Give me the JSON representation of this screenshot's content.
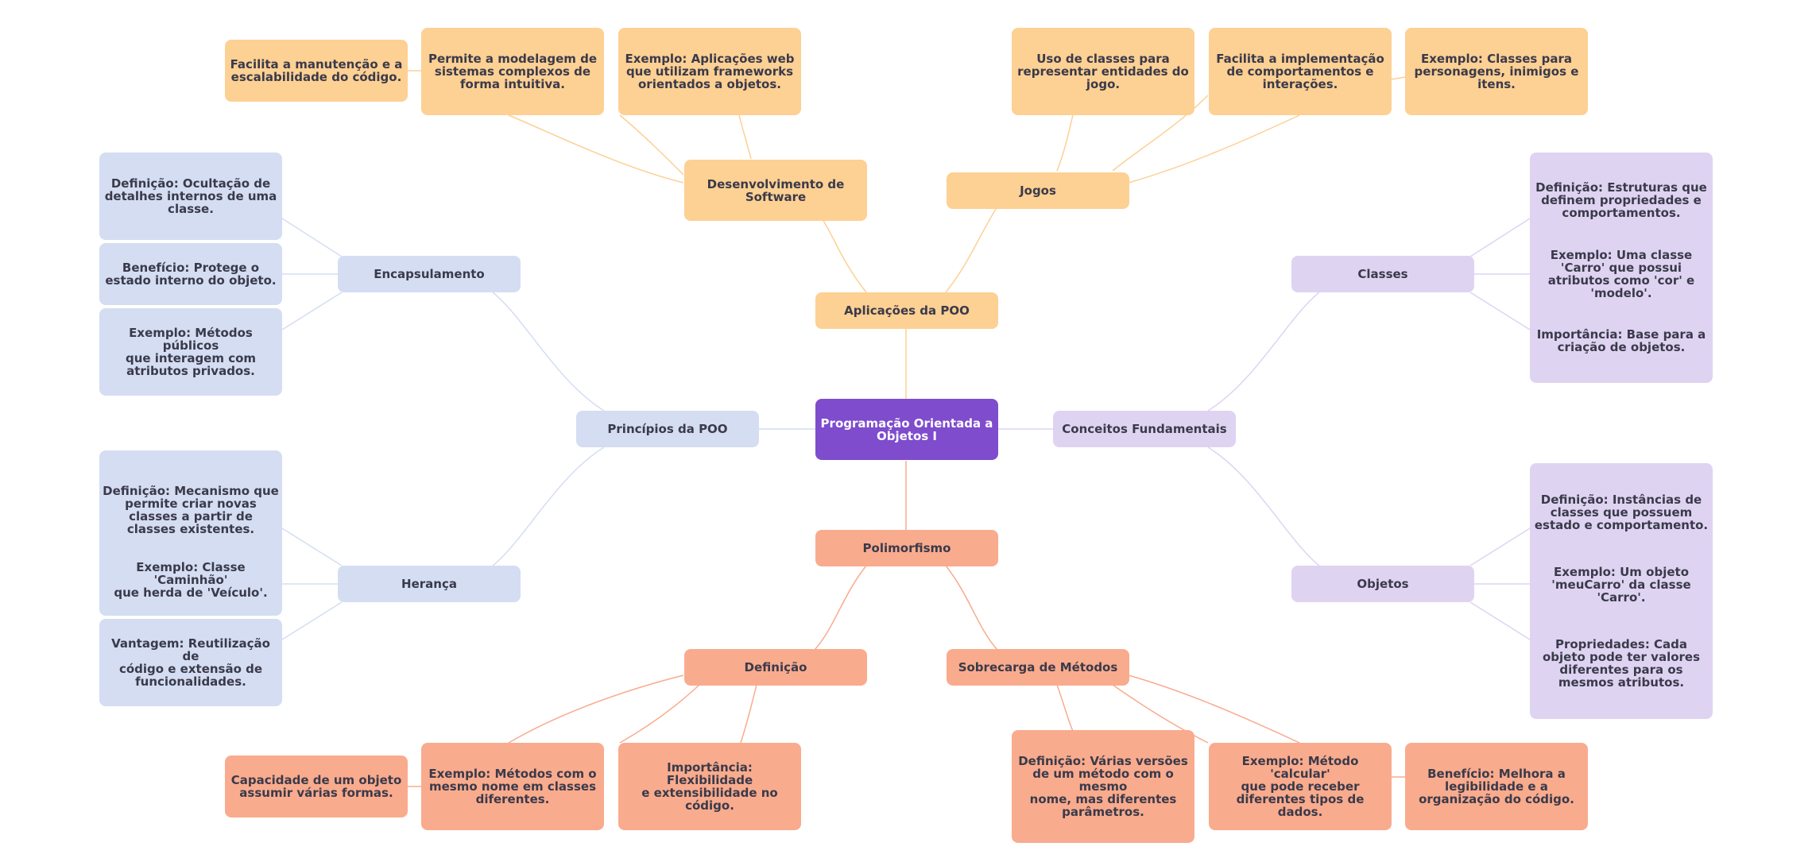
{
  "colors": {
    "center": "#7e4ccd",
    "applications": "#fdd093",
    "polymorphism": "#f9ab8d",
    "principles": "#d4ddf2",
    "concepts": "#dfd3f2",
    "edge_applications": "#fdd093",
    "edge_polymorphism": "#f9ab8d",
    "edge_principles": "#d4ddf2",
    "edge_concepts": "#dfd3f2"
  },
  "center": {
    "label": "Programação Orientada a\nObjetos I"
  },
  "applications": {
    "label": "Aplicações da POO",
    "software": {
      "label": "Desenvolvimento de\nSoftware",
      "leaves": [
        "Facilita a manutenção e a\nescalabilidade do código.",
        "Permite a modelagem de\nsistemas complexos de\nforma intuitiva.",
        "Exemplo: Aplicações web\nque utilizam frameworks\norientados a objetos."
      ]
    },
    "games": {
      "label": "Jogos",
      "leaves": [
        "Uso de classes para\nrepresentar entidades do\njogo.",
        "Facilita a implementação\nde comportamentos e\ninterações.",
        "Exemplo: Classes para\npersonagens, inimigos e\nitens."
      ]
    }
  },
  "principles": {
    "label": "Princípios da POO",
    "encapsulation": {
      "label": "Encapsulamento",
      "leaves": [
        "Definição: Ocultação de\ndetalhes internos de uma\nclasse.",
        "Benefício: Protege o\nestado interno do objeto.",
        "Exemplo: Métodos públicos\nque interagem com\natributos privados."
      ]
    },
    "inheritance": {
      "label": "Herança",
      "leaves": [
        "Definição: Mecanismo que\npermite criar novas\nclasses a partir de\nclasses existentes.",
        "Exemplo: Classe 'Caminhão'\nque herda de 'Veículo'.",
        "Vantagem: Reutilização de\ncódigo e extensão de\nfuncionalidades."
      ]
    }
  },
  "concepts": {
    "label": "Conceitos Fundamentais",
    "classes": {
      "label": "Classes",
      "leaves": [
        "Definição: Estruturas que definem propriedades e comportamentos.",
        "Exemplo: Uma classe 'Carro' que possui atributos como 'cor' e 'modelo'.",
        "Importância: Base para a criação de objetos."
      ]
    },
    "objects": {
      "label": "Objetos",
      "leaves": [
        "Definição: Instâncias de classes que possuem estado e comportamento.",
        "Exemplo: Um objeto 'meuCarro' da classe 'Carro'.",
        "Propriedades: Cada objeto pode ter valores diferentes para os mesmos atributos."
      ]
    }
  },
  "polymorphism": {
    "label": "Polimorfismo",
    "definition": {
      "label": "Definição",
      "leaves": [
        "Capacidade de um objeto\nassumir várias formas.",
        "Exemplo: Métodos com o\nmesmo nome em classes\ndiferentes.",
        "Importância: Flexibilidade\ne extensibilidade no\ncódigo."
      ]
    },
    "overloading": {
      "label": "Sobrecarga de Métodos",
      "leaves": [
        "Definição: Várias versões\nde um método com o mesmo\nnome, mas diferentes\nparâmetros.",
        "Exemplo: Método 'calcular'\nque pode receber\ndiferentes tipos de dados.",
        "Benefício: Melhora a\nlegibilidade e a\norganização do código."
      ]
    }
  }
}
